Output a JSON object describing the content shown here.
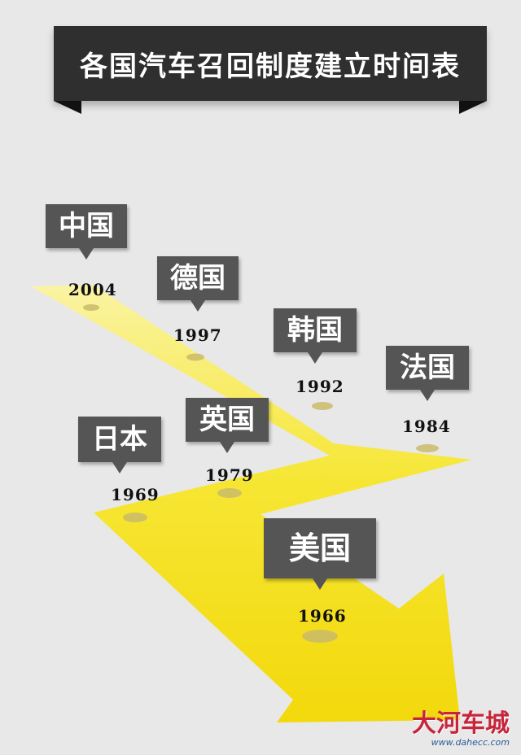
{
  "header": {
    "title": "各国汽车召回制度建立时间表"
  },
  "timeline": [
    {
      "country": "中国",
      "year": "2004"
    },
    {
      "country": "德国",
      "year": "1997"
    },
    {
      "country": "韩国",
      "year": "1992"
    },
    {
      "country": "法国",
      "year": "1984"
    },
    {
      "country": "英国",
      "year": "1979"
    },
    {
      "country": "日本",
      "year": "1969"
    },
    {
      "country": "美国",
      "year": "1966"
    }
  ],
  "watermark": {
    "brand": "大河车城",
    "url": "www.dahecc.com"
  },
  "colors": {
    "arrow": "#f7e21a",
    "pin": "#555555",
    "banner": "#2f2f2f",
    "background": "#e8e8e8"
  }
}
